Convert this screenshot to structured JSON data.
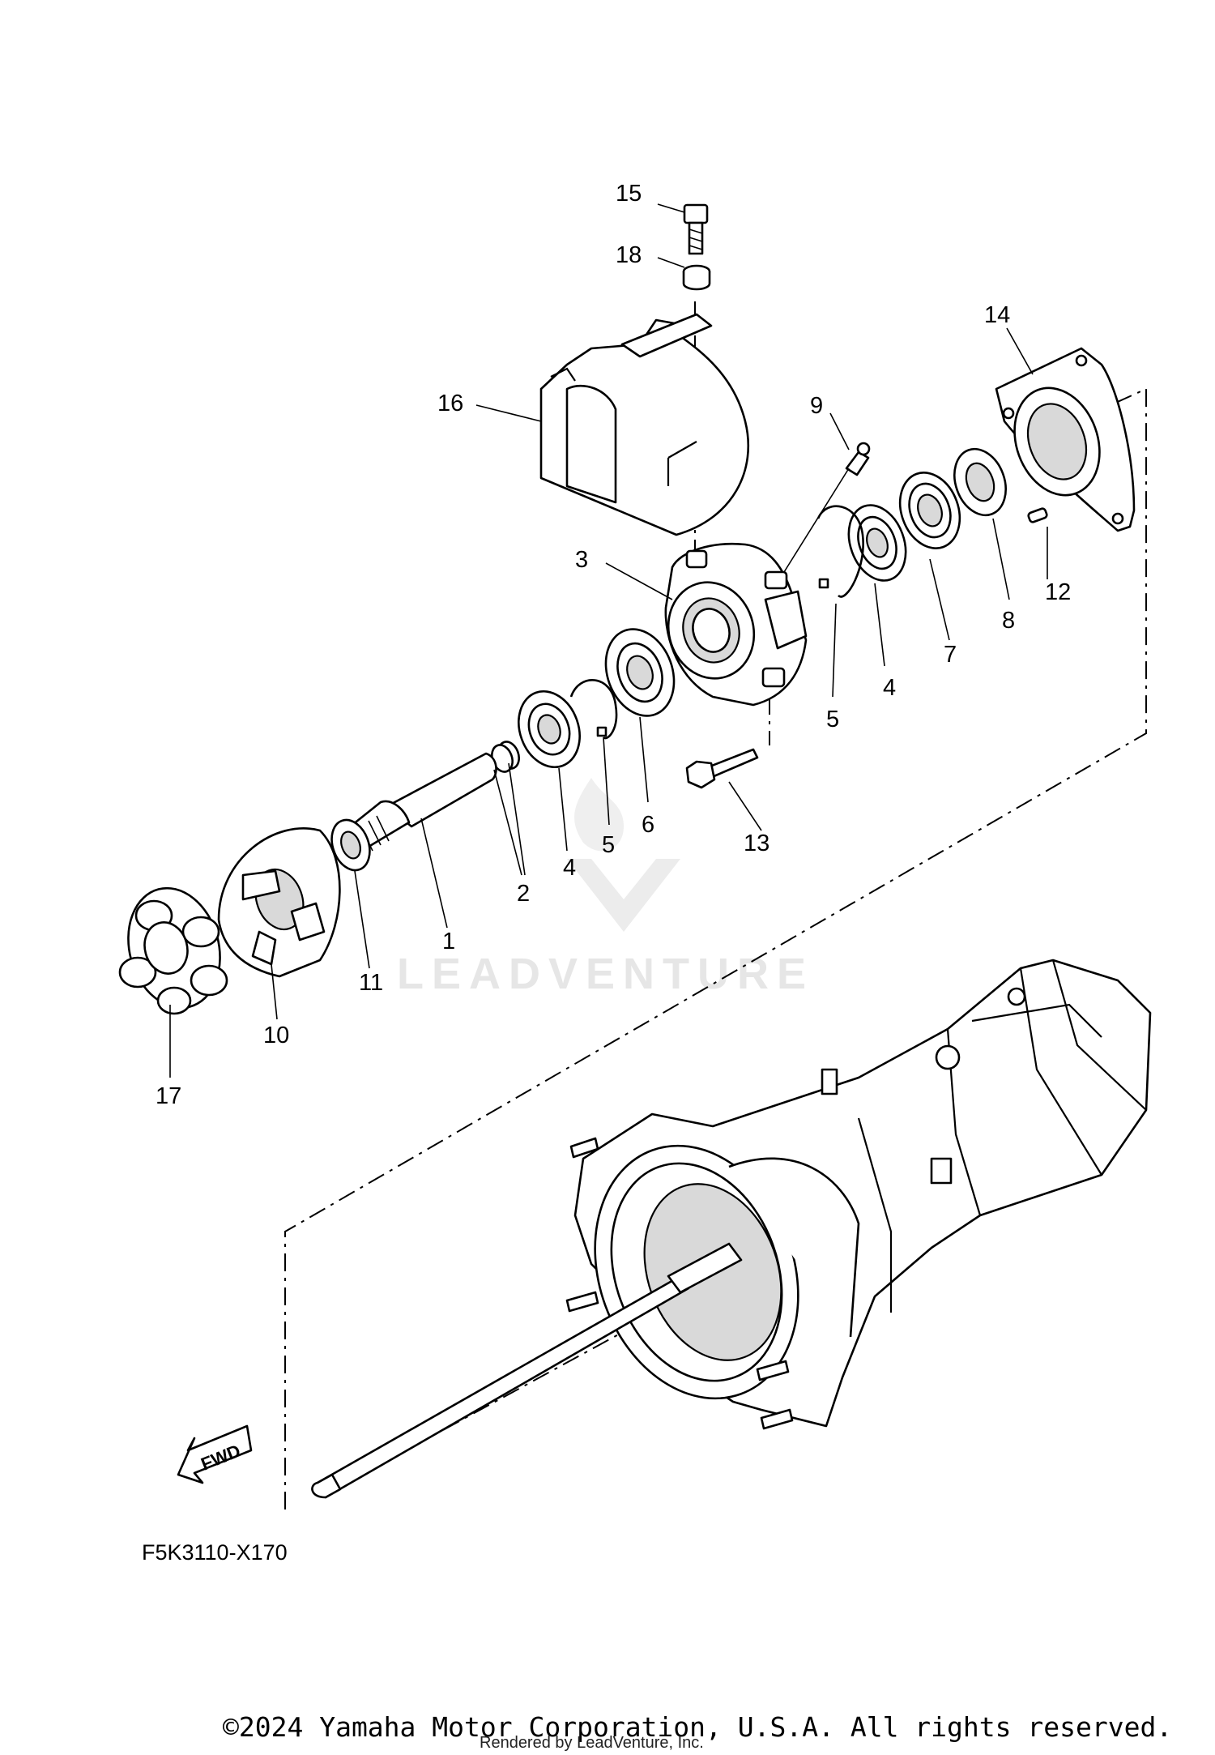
{
  "diagram": {
    "callouts": {
      "c1": "1",
      "c2": "2",
      "c3": "3",
      "c4a": "4",
      "c4b": "4",
      "c5a": "5",
      "c5b": "5",
      "c6": "6",
      "c7": "7",
      "c8": "8",
      "c9": "9",
      "c10": "10",
      "c11": "11",
      "c12": "12",
      "c13": "13",
      "c14": "14",
      "c15": "15",
      "c16": "16",
      "c17": "17",
      "c18": "18"
    },
    "fwd_label": "FWD",
    "figure_code": "F5K3110-X170",
    "watermark": "LEADVENTURE"
  },
  "footer": {
    "copyright": "©2024 Yamaha Motor Corporation, U.S.A. All rights reserved.",
    "rendered_by": "Rendered by LeadVenture, Inc."
  }
}
